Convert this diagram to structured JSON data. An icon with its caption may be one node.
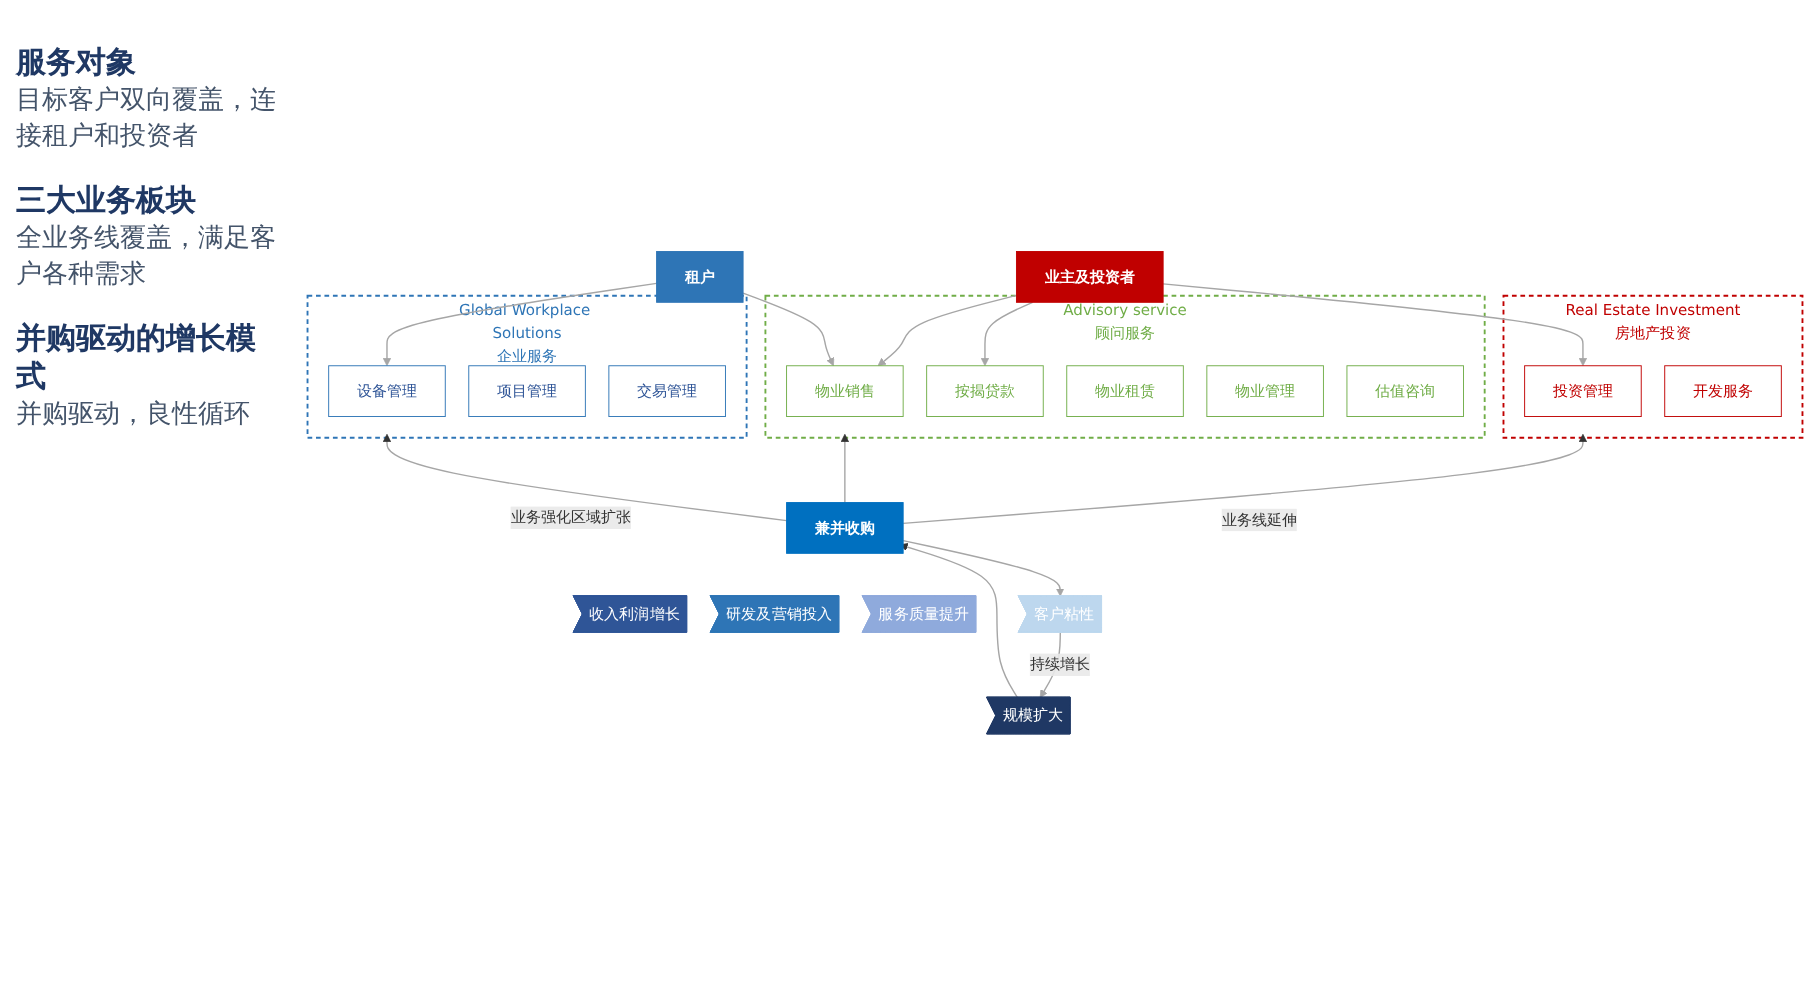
{
  "diagram": {
    "nodes": [
      {
        "text": [
          "租户"
        ]
      },
      {
        "text": [
          "业主及投资者"
        ]
      },
      {
        "text": [
          "Global Workplace Solutions",
          "企业服务"
        ]
      },
      {
        "text": [
          "设备管理"
        ],
        "in": 2
      },
      {
        "text": [
          "项目管理"
        ],
        "in": 2
      },
      {
        "text": [
          "交易管理"
        ],
        "in": 2
      },
      {
        "text": [
          "Advisory service",
          "顾问服务"
        ]
      },
      {
        "text": [
          "物业销售"
        ],
        "in": 6
      },
      {
        "text": [
          "按揭贷款"
        ],
        "in": 6
      },
      {
        "text": [
          "物业租赁"
        ],
        "in": 6
      },
      {
        "text": [
          "物业管理"
        ],
        "in": 6
      },
      {
        "text": [
          "估值咨询"
        ],
        "in": 6
      },
      {
        "text": [
          "Real Estate Investment",
          "房地产投资"
        ]
      },
      {
        "text": [
          "投资管理"
        ],
        "in": 12
      },
      {
        "text": [
          "开发服务"
        ],
        "in": 12
      },
      {
        "text": [
          "兼并收购"
        ]
      },
      {
        "text": [
          "规模扩大"
        ]
      },
      {
        "text": [
          "收入利润增长"
        ]
      },
      {
        "text": [
          "研发及营销投入"
        ]
      },
      {
        "text": [
          "服务质量提升"
        ]
      },
      {
        "text": [
          "客户粘性"
        ]
      }
    ],
    "edges": [
      {
        "from": 0,
        "to": 3,
        "arrow": "to"
      },
      {
        "from": 0,
        "to": 7,
        "arrow": "to"
      },
      {
        "from": 1,
        "to": 7,
        "arrow": "to"
      },
      {
        "from": 1,
        "to": 8,
        "arrow": "to"
      },
      {
        "from": 1,
        "to": 13,
        "arrow": "to"
      },
      {
        "from": 15,
        "to": 2,
        "arrow": "to",
        "label": "业务强化区域扩张"
      },
      {
        "from": 15,
        "to": 6,
        "arrow": "to"
      },
      {
        "from": 15,
        "to": 12,
        "arrow": "to",
        "label": "业务线延伸"
      },
      {
        "from": 16,
        "to": 15,
        "arrow": "to"
      },
      {
        "from": 15,
        "to": 20,
        "arrow": "to"
      },
      {
        "from": 20,
        "to": 16,
        "arrow": "to",
        "label": "持续增长"
      }
    ],
    "labels": [
      "服务对象",
      "目标客户双向覆盖，连接租户和投资者",
      "三大业务板块",
      "全业务线覆盖，满足客户各种需求",
      "并购驱动的增长模式",
      "并购驱动，良性循环"
    ]
  }
}
